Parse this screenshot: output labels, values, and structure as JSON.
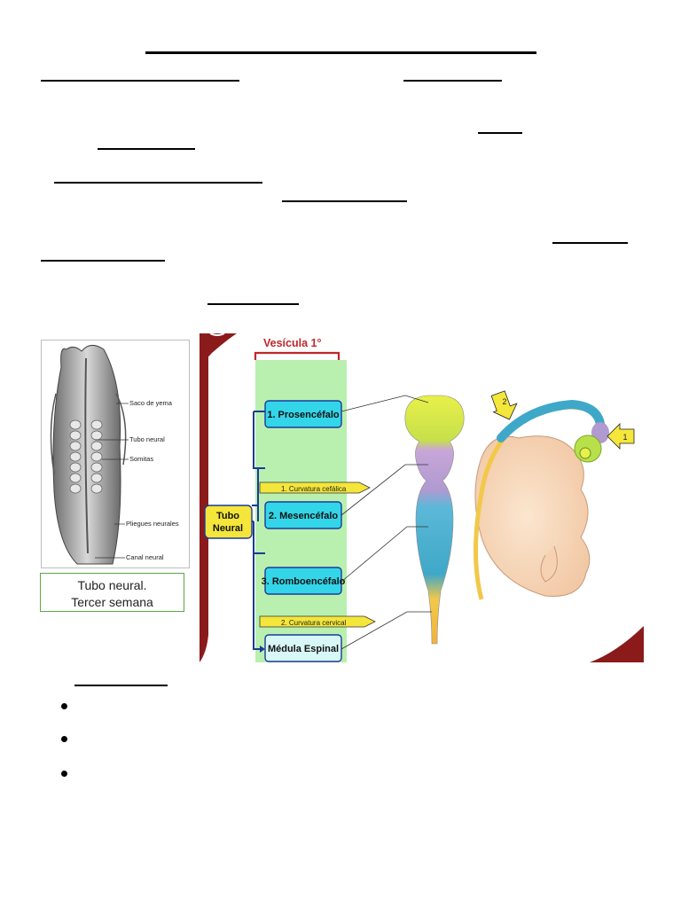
{
  "embryo_figure": {
    "labels": [
      "Saco de yema",
      "Tubo neural",
      "Somitas",
      "Pliegues neurales",
      "Canal neural"
    ],
    "caption_line1": "Tubo neural.",
    "caption_line2": "Tercer semana"
  },
  "vesicle_figure": {
    "header": "Vesícula 1°",
    "root": "Tubo\nNeural",
    "root_line1": "Tubo",
    "root_line2": "Neural",
    "items": [
      "1. Prosencéfalo",
      "2. Mesencéfalo",
      "3. Romboencéfalo",
      "Médula Espinal"
    ],
    "curvatures": [
      "1. Curvatura cefálica",
      "2. Curvatura cervical"
    ],
    "arrow_numbers": [
      "2",
      "1"
    ]
  },
  "colors": {
    "green_panel": "#b9f0b0",
    "cyan_box": "#33d6e8",
    "yellow_tag": "#f4e63a",
    "dark_red": "#8b1a1a",
    "caption_border": "#5aa845"
  },
  "bullets_count": 3
}
